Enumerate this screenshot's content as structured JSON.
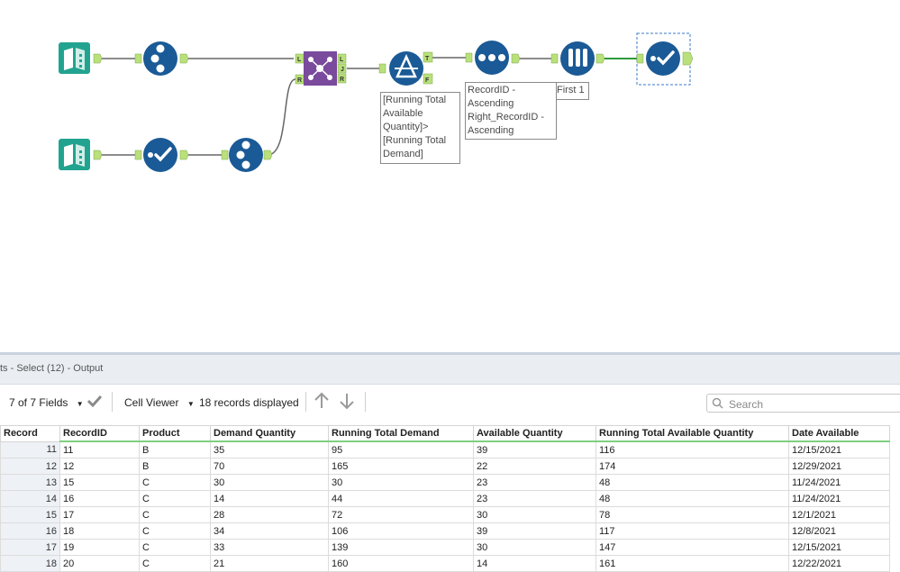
{
  "workflow": {
    "annotations": {
      "filter": "[Running Total Available Quantity]> [Running Total Demand]",
      "sort": "RecordID - Ascending Right_RecordID - Ascending",
      "sample": "First 1"
    },
    "anchor_labels": {
      "in": "",
      "join_left": "L",
      "join_right": "R",
      "join_j": "J",
      "filter_true": "T",
      "filter_false": "F"
    },
    "icons": {
      "input1": "book-input-icon",
      "input2": "book-input-icon",
      "recordid1": "record-id-icon",
      "select": "select-checkmark-icon",
      "recordid2": "record-id-icon",
      "join": "join-icon",
      "filter": "filter-icon",
      "sort": "sort-icon",
      "sample": "sample-icon",
      "select_out": "select-checkmark-icon"
    },
    "colors": {
      "tool_blue": "#1a5a96",
      "join_purple": "#7a4a9c",
      "input_teal": "#22a38f",
      "anchor_green": "#b9e07a",
      "selected_connection": "#2e9a3a"
    }
  },
  "results": {
    "title": "ts - Select (12) - Output",
    "fields_label": "7 of 7 Fields",
    "viewer_label": "Cell Viewer",
    "records_label": "18 records displayed",
    "search_placeholder": "Search",
    "columns": [
      "Record",
      "RecordID",
      "Product",
      "Demand Quantity",
      "Running Total Demand",
      "Available Quantity",
      "Running Total Available Quantity",
      "Date Available"
    ],
    "rows": [
      [
        "11",
        "11",
        "B",
        "35",
        "95",
        "39",
        "116",
        "12/15/2021"
      ],
      [
        "12",
        "12",
        "B",
        "70",
        "165",
        "22",
        "174",
        "12/29/2021"
      ],
      [
        "13",
        "15",
        "C",
        "30",
        "30",
        "23",
        "48",
        "11/24/2021"
      ],
      [
        "14",
        "16",
        "C",
        "14",
        "44",
        "23",
        "48",
        "11/24/2021"
      ],
      [
        "15",
        "17",
        "C",
        "28",
        "72",
        "30",
        "78",
        "12/1/2021"
      ],
      [
        "16",
        "18",
        "C",
        "34",
        "106",
        "39",
        "117",
        "12/8/2021"
      ],
      [
        "17",
        "19",
        "C",
        "33",
        "139",
        "30",
        "147",
        "12/15/2021"
      ],
      [
        "18",
        "20",
        "C",
        "21",
        "160",
        "14",
        "161",
        "12/22/2021"
      ]
    ]
  }
}
